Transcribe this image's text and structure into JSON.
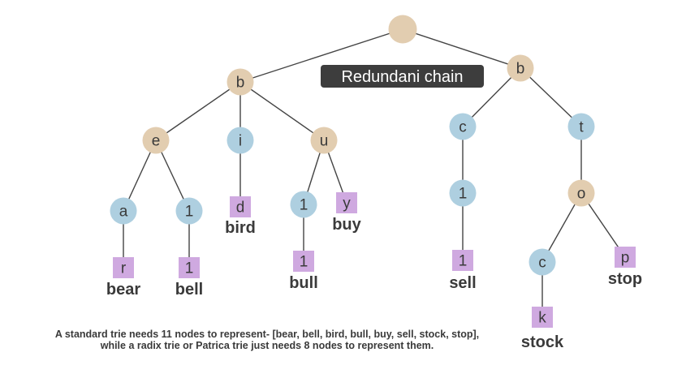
{
  "colors": {
    "root_node": "#e2cdb0",
    "inner_node": "#aecfe0",
    "leaf_node": "#cfa9e0",
    "edge": "#444444",
    "caption_bg": "#3d3d3d"
  },
  "caption": "Redundani chain",
  "footnote": {
    "line1": "A standard trie needs 11 nodes to represent- [bear, bell, bird, bull, buy, sell, stock, stop],",
    "line2": "while a radix trie or Patrica trie just needs 8 nodes to represent them."
  },
  "nodes": [
    {
      "id": "root",
      "label": "",
      "kind": "root"
    },
    {
      "id": "b1",
      "label": "b",
      "kind": "root"
    },
    {
      "id": "b2",
      "label": "b",
      "kind": "root"
    },
    {
      "id": "e",
      "label": "e",
      "kind": "root"
    },
    {
      "id": "i",
      "label": "i",
      "kind": "inner"
    },
    {
      "id": "u",
      "label": "u",
      "kind": "root"
    },
    {
      "id": "a",
      "label": "a",
      "kind": "inner"
    },
    {
      "id": "l_bell",
      "label": "1",
      "kind": "inner"
    },
    {
      "id": "d",
      "label": "d",
      "kind": "leaf"
    },
    {
      "id": "l_bull",
      "label": "1",
      "kind": "inner"
    },
    {
      "id": "y",
      "label": "y",
      "kind": "leaf"
    },
    {
      "id": "r",
      "label": "r",
      "kind": "leaf"
    },
    {
      "id": "l_bell2",
      "label": "1",
      "kind": "leaf"
    },
    {
      "id": "l_bull2",
      "label": "1",
      "kind": "leaf"
    },
    {
      "id": "c_sell",
      "label": "c",
      "kind": "inner"
    },
    {
      "id": "l_sell",
      "label": "1",
      "kind": "inner"
    },
    {
      "id": "l_sell2",
      "label": "1",
      "kind": "leaf"
    },
    {
      "id": "t",
      "label": "t",
      "kind": "inner"
    },
    {
      "id": "o",
      "label": "o",
      "kind": "root"
    },
    {
      "id": "c_stock",
      "label": "c",
      "kind": "inner"
    },
    {
      "id": "p",
      "label": "p",
      "kind": "leaf"
    },
    {
      "id": "k",
      "label": "k",
      "kind": "leaf"
    }
  ],
  "edges": [
    [
      "root",
      "b1"
    ],
    [
      "root",
      "b2"
    ],
    [
      "b1",
      "e"
    ],
    [
      "b1",
      "i"
    ],
    [
      "b1",
      "u"
    ],
    [
      "e",
      "a"
    ],
    [
      "e",
      "l_bell"
    ],
    [
      "i",
      "d"
    ],
    [
      "u",
      "l_bull"
    ],
    [
      "u",
      "y"
    ],
    [
      "a",
      "r"
    ],
    [
      "l_bell",
      "l_bell2"
    ],
    [
      "l_bull",
      "l_bull2"
    ],
    [
      "b2",
      "c_sell"
    ],
    [
      "b2",
      "t"
    ],
    [
      "c_sell",
      "l_sell"
    ],
    [
      "l_sell",
      "l_sell2"
    ],
    [
      "t",
      "o"
    ],
    [
      "o",
      "c_stock"
    ],
    [
      "o",
      "p"
    ],
    [
      "c_stock",
      "k"
    ]
  ],
  "words": [
    {
      "id": "w_bear",
      "text": "bear",
      "under": "r"
    },
    {
      "id": "w_bell",
      "text": "bell",
      "under": "l_bell2"
    },
    {
      "id": "w_bird",
      "text": "bird",
      "under": "d"
    },
    {
      "id": "w_bull",
      "text": "bull",
      "under": "l_bull2"
    },
    {
      "id": "w_buy",
      "text": "buy",
      "under": "y"
    },
    {
      "id": "w_sell",
      "text": "sell",
      "under": "l_sell2"
    },
    {
      "id": "w_stock",
      "text": "stock",
      "under": "k"
    },
    {
      "id": "w_stop",
      "text": "stop",
      "under": "p"
    }
  ]
}
